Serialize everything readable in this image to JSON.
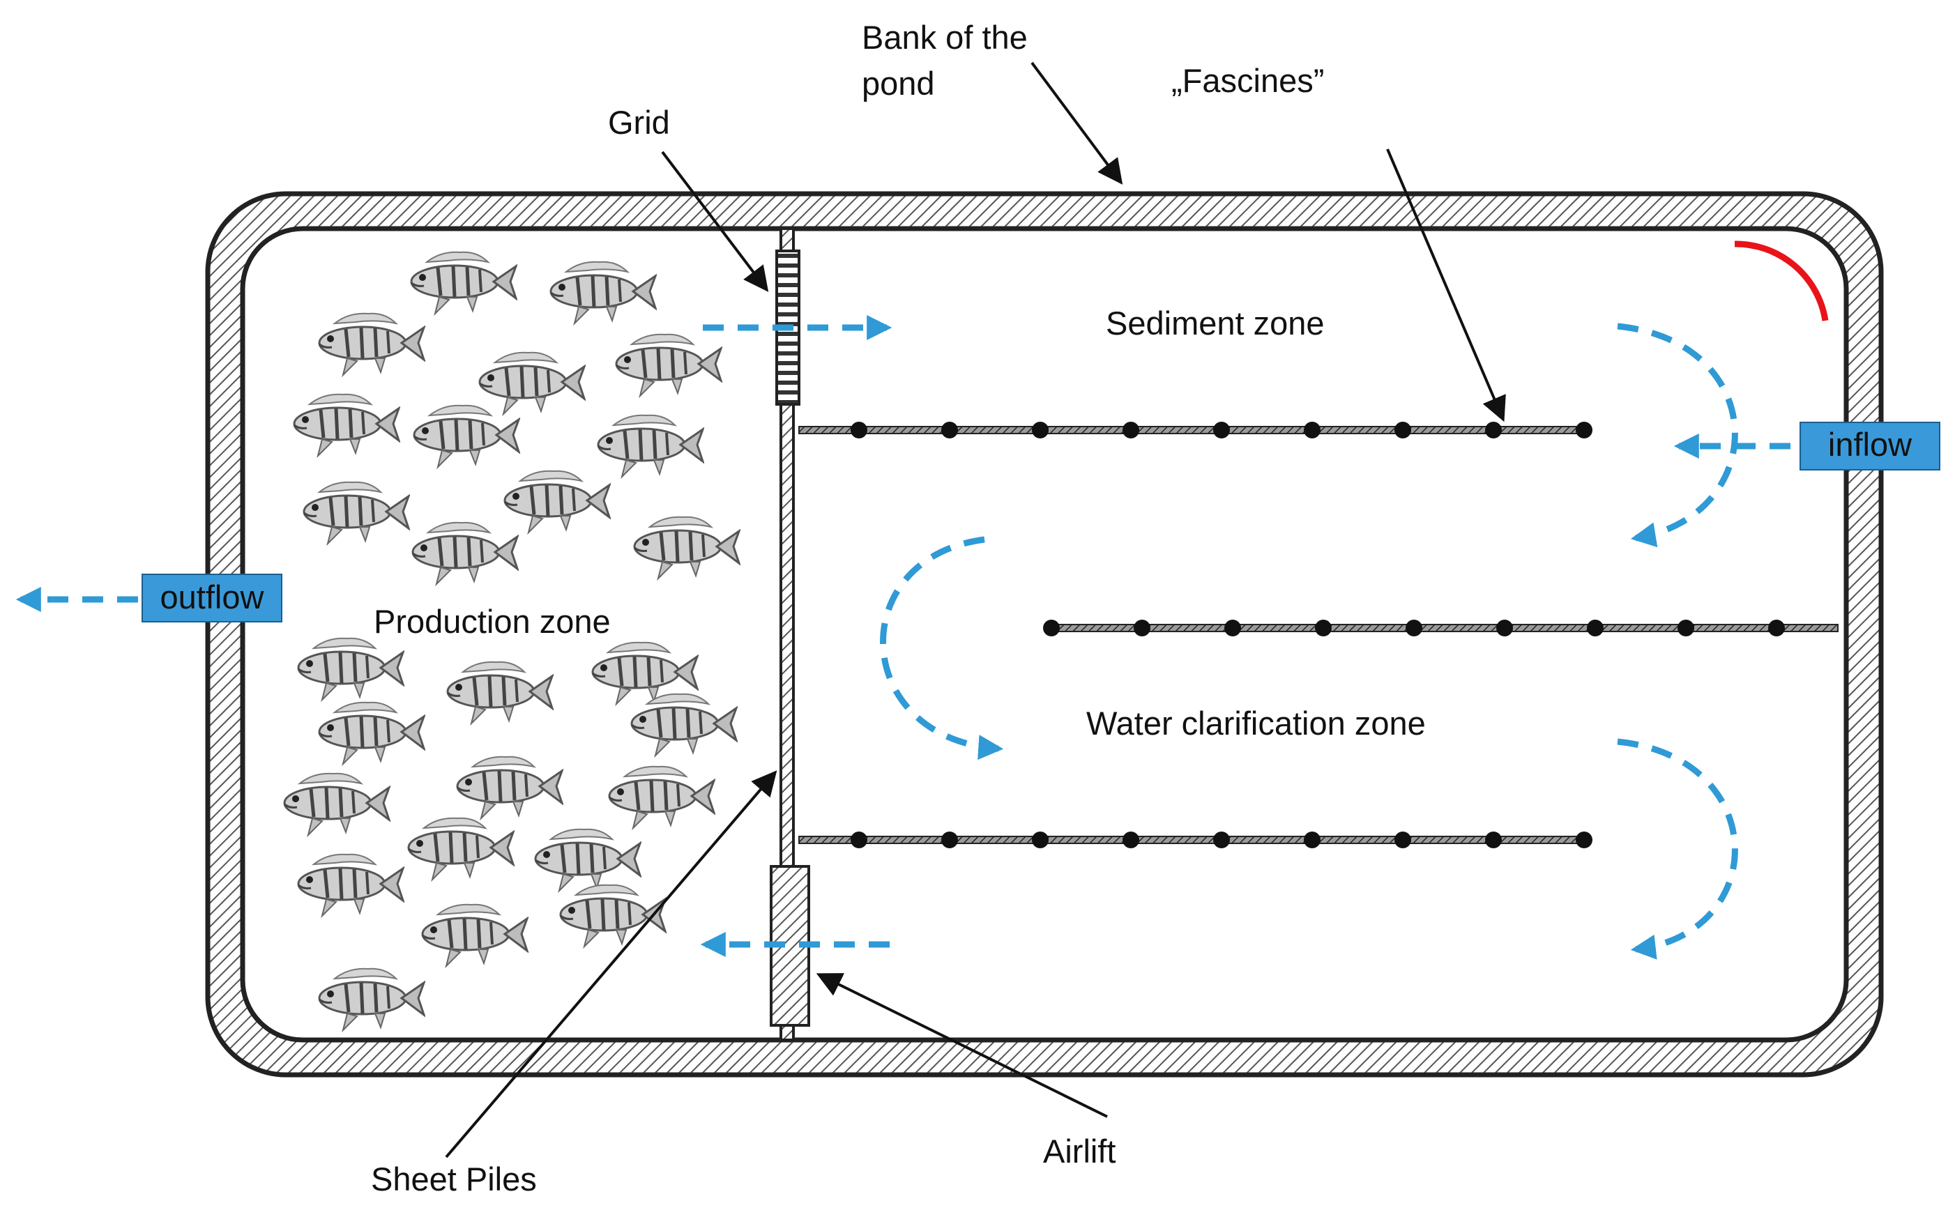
{
  "labels": {
    "bank_line1": "Bank of the",
    "bank_line2": "pond",
    "fascines": "„Fascines”",
    "grid": "Grid",
    "sediment_zone": "Sediment zone",
    "production_zone": "Production zone",
    "water_clarification_zone": "Water clarification zone",
    "inflow": "inflow",
    "outflow": "outflow",
    "sheet_piles": "Sheet Piles",
    "airlift": "Airlift"
  },
  "colors": {
    "flow_arrow": "#2f9ad6",
    "flow_box": "#3a9ad9",
    "outline": "#222222",
    "accent": "#e8141a"
  },
  "fish_count": 26
}
